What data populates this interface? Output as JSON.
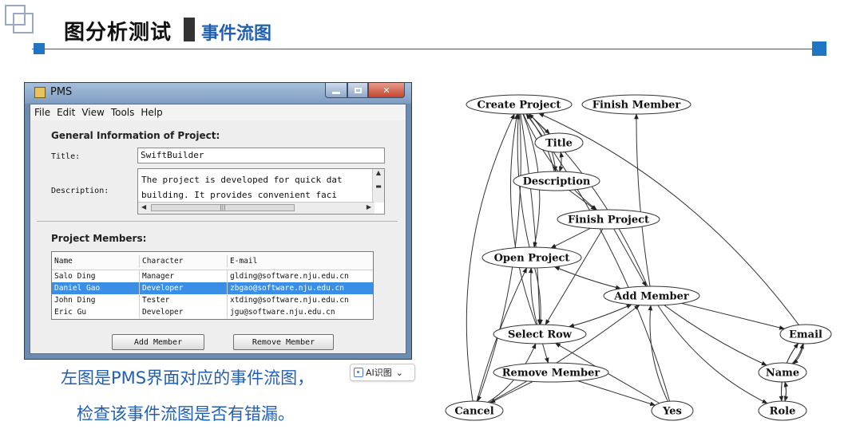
{
  "slide": {
    "title_main": "图分析测试",
    "title_sub": "事件流图",
    "caption_line1": "左图是PMS界面对应的事件流图，",
    "caption_line2": "检查该事件流图是否有错漏。",
    "ai_badge": "AI识图",
    "ai_badge_arrow": "⌄"
  },
  "window": {
    "title": "PMS",
    "menu": [
      "File",
      "Edit",
      "View",
      "Tools",
      "Help"
    ],
    "general_title": "General Information of Project:",
    "title_label": "Title:",
    "title_value": "SwiftBuilder",
    "description_label": "Description:",
    "description_line1": "The project is developed for quick dat",
    "description_line2": "building. It provides convenient faci",
    "members_title": "Project Members:",
    "table": {
      "headers": [
        "Name",
        "Character",
        "E-mail"
      ],
      "rows": [
        [
          "Salo Ding",
          "Manager",
          "glding@software.nju.edu.cn"
        ],
        [
          "Daniel Gao",
          "Developer",
          "zbgao@software.nju.edu.cn"
        ],
        [
          "John Ding",
          "Tester",
          "xtding@software.nju.edu.cn"
        ],
        [
          "Eric Gu",
          "Developer",
          "jgu@software.nju.edu.cn"
        ]
      ],
      "selected_row": 1
    },
    "add_button": "Add Member",
    "remove_button": "Remove Member"
  },
  "graph": {
    "nodes": [
      {
        "id": "create",
        "label": "Create Project"
      },
      {
        "id": "finish_member",
        "label": "Finish Member"
      },
      {
        "id": "title",
        "label": "Title"
      },
      {
        "id": "description",
        "label": "Description"
      },
      {
        "id": "finish_project",
        "label": "Finish Project"
      },
      {
        "id": "open",
        "label": "Open Project"
      },
      {
        "id": "add",
        "label": "Add Member"
      },
      {
        "id": "email",
        "label": "Email"
      },
      {
        "id": "select",
        "label": "Select Row"
      },
      {
        "id": "remove",
        "label": "Remove Member"
      },
      {
        "id": "name",
        "label": "Name"
      },
      {
        "id": "cancel",
        "label": "Cancel"
      },
      {
        "id": "yes",
        "label": "Yes"
      },
      {
        "id": "role",
        "label": "Role"
      }
    ]
  }
}
